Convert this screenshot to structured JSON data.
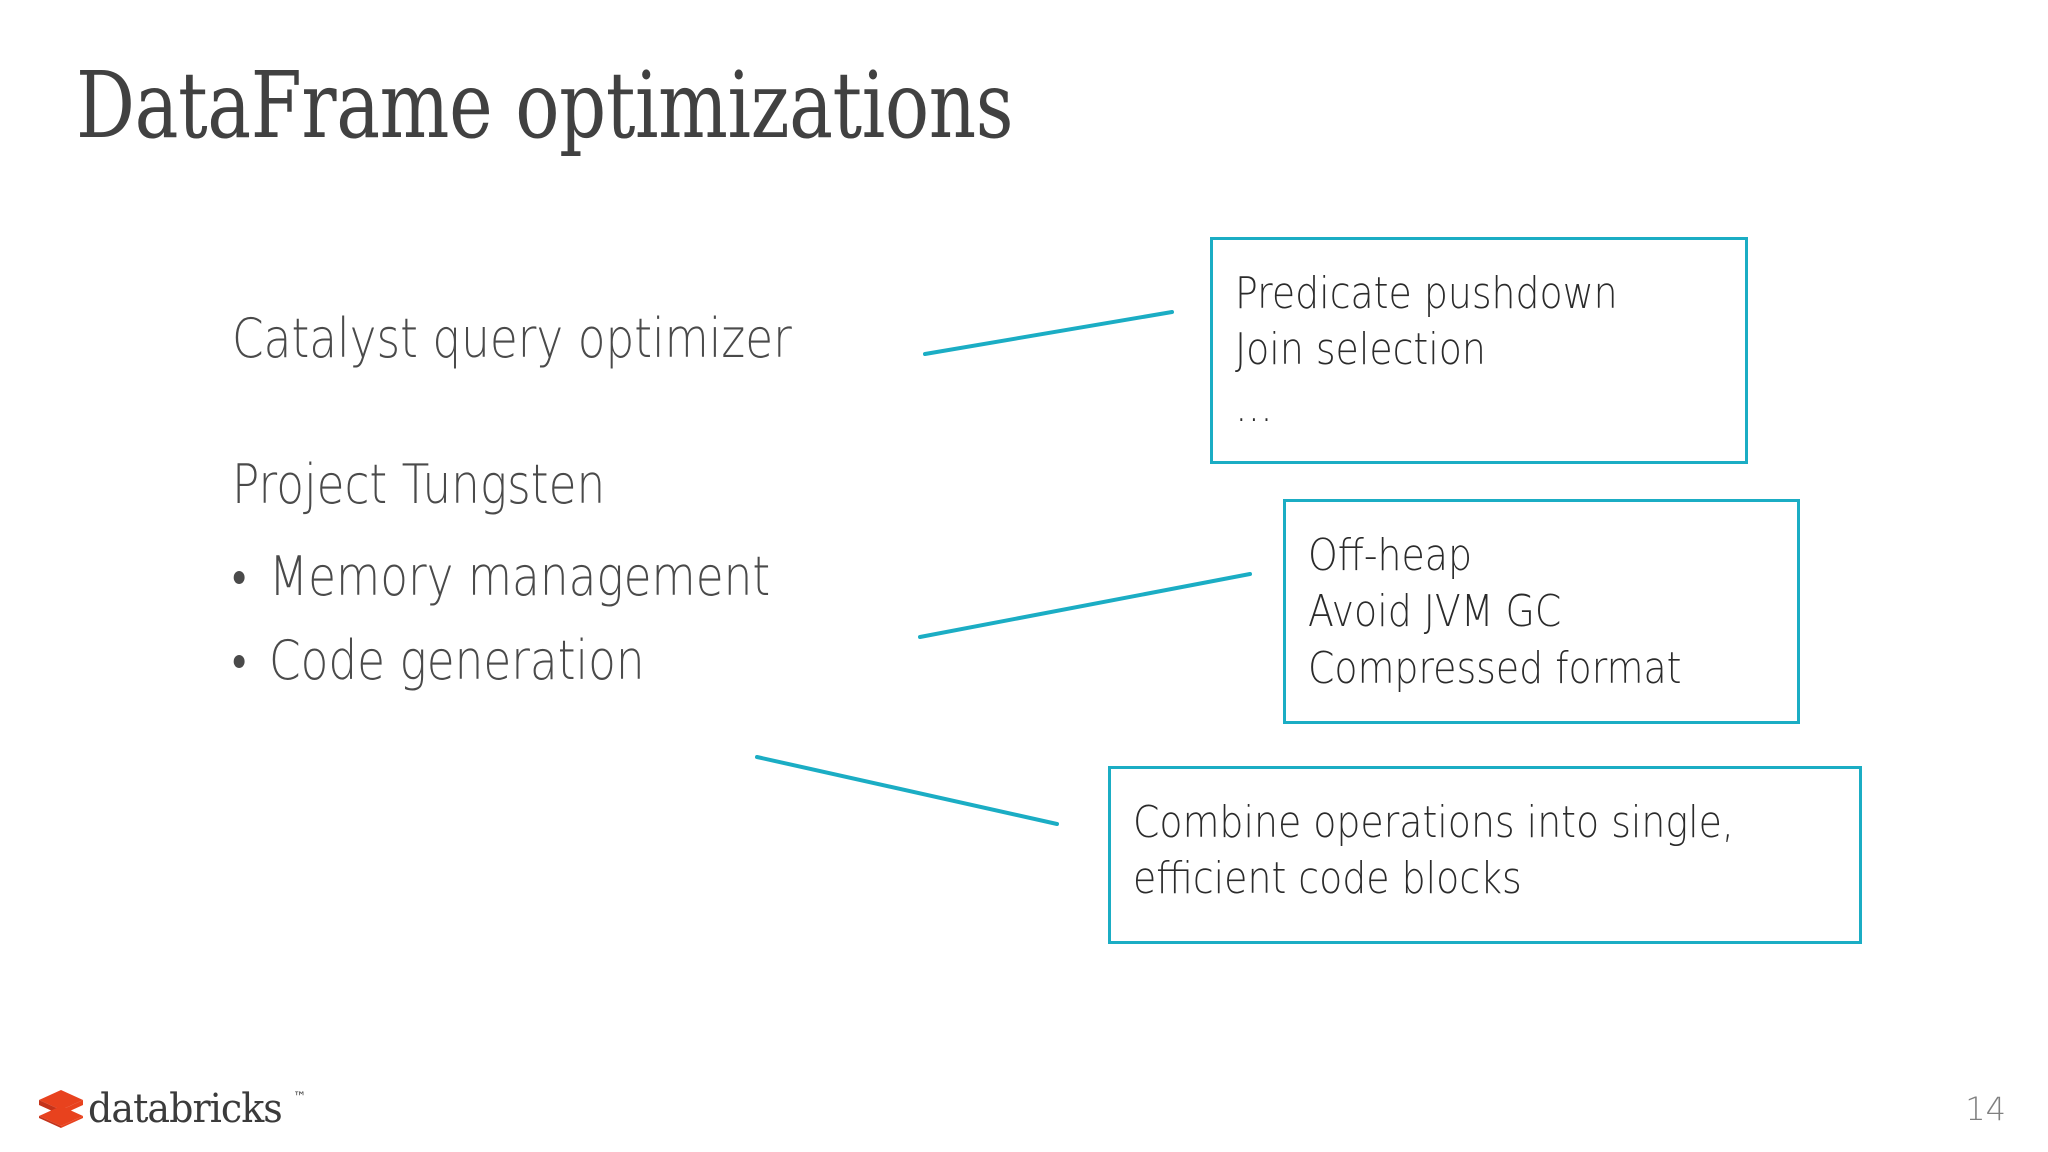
{
  "slide": {
    "title": "DataFrame optimizations",
    "page_number": "14",
    "background_color": "#ffffff",
    "accent_color": "#1BADC4",
    "text_color": "#4a4a4a",
    "title_color": "#414141"
  },
  "body": {
    "catalyst": "Catalyst query optimizer",
    "tungsten_heading": "Project Tungsten",
    "bullets": [
      "Memory management",
      "Code generation"
    ]
  },
  "callouts": [
    {
      "id": "predicate",
      "lines": [
        "Predicate pushdown",
        "Join selection",
        "…"
      ]
    },
    {
      "id": "offheap",
      "lines": [
        "Off-heap",
        "Avoid JVM GC",
        "Compressed format"
      ]
    },
    {
      "id": "combine",
      "lines": [
        "Combine operations into single, efficient code blocks"
      ]
    }
  ],
  "footer": {
    "logo_text": "databricks",
    "logo_trademark": "™",
    "logo_mark_color": "#E8421E",
    "logo_mark_shadow_color": "#C4331A"
  }
}
